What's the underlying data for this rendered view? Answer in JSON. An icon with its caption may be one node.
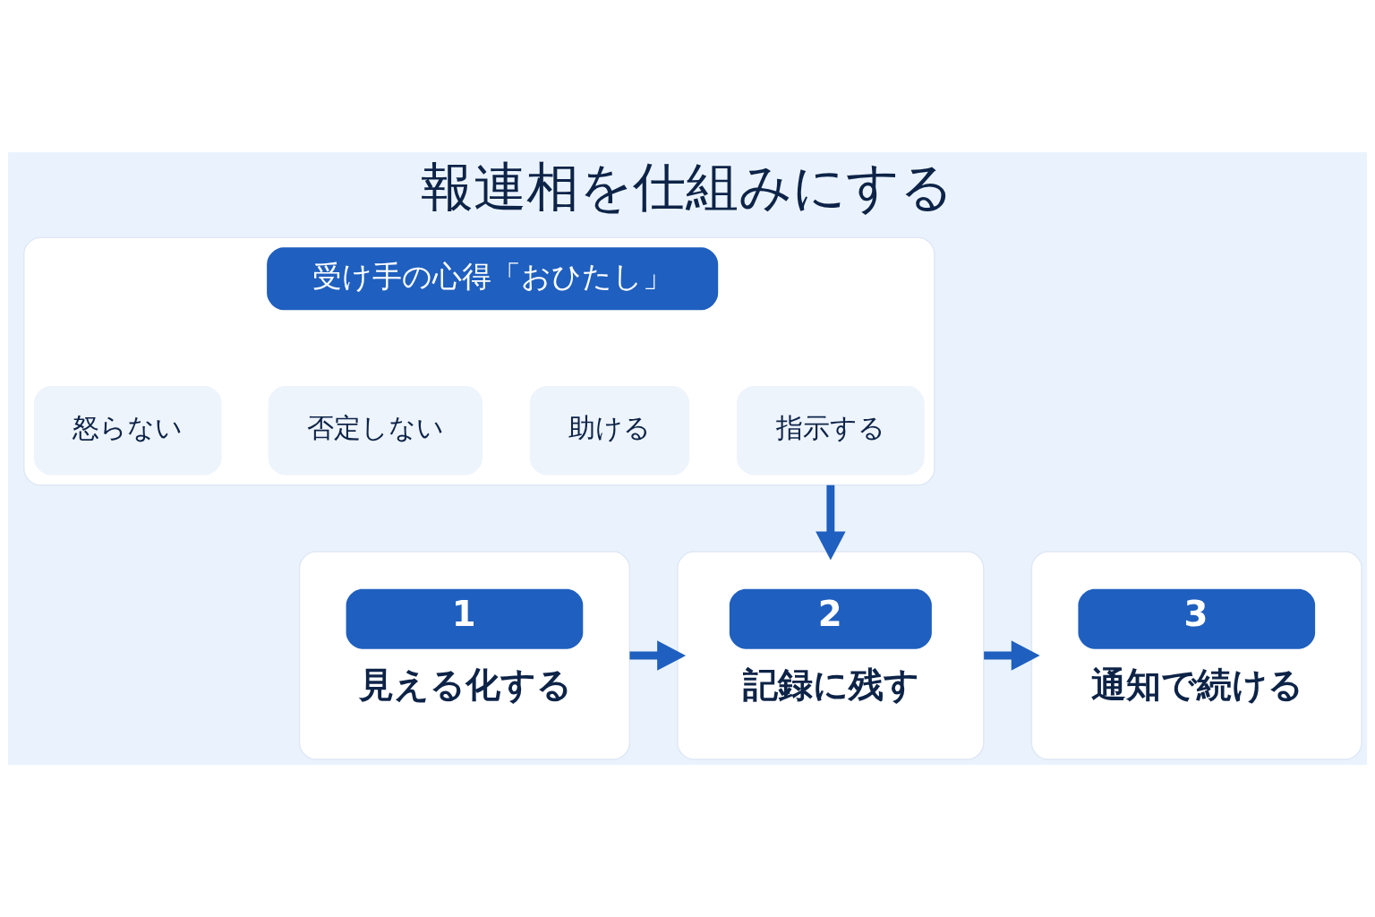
{
  "diagram": {
    "title": "報連相を仕組みにする",
    "nodes": [
      {
        "text": [],
        "shape": "box"
      },
      {
        "text": [
          "受け手の心得「おひたし」"
        ],
        "in": 0
      },
      {
        "text": [
          "怒らない"
        ],
        "in": 0
      },
      {
        "text": [
          "否定しない"
        ],
        "in": 0
      },
      {
        "text": [
          "助ける"
        ],
        "in": 0
      },
      {
        "text": [
          "指示する"
        ],
        "in": 0
      },
      {
        "text": [
          "1",
          "見える化する"
        ]
      },
      {
        "text": [
          "2",
          "記録に残す"
        ]
      },
      {
        "text": [
          "3",
          "通知で続ける"
        ]
      }
    ],
    "edges": [
      {
        "from": 0,
        "to": 7,
        "arrow": "to"
      },
      {
        "from": 6,
        "to": 7,
        "arrow": "to"
      },
      {
        "from": 7,
        "to": 8,
        "arrow": "to"
      }
    ]
  }
}
